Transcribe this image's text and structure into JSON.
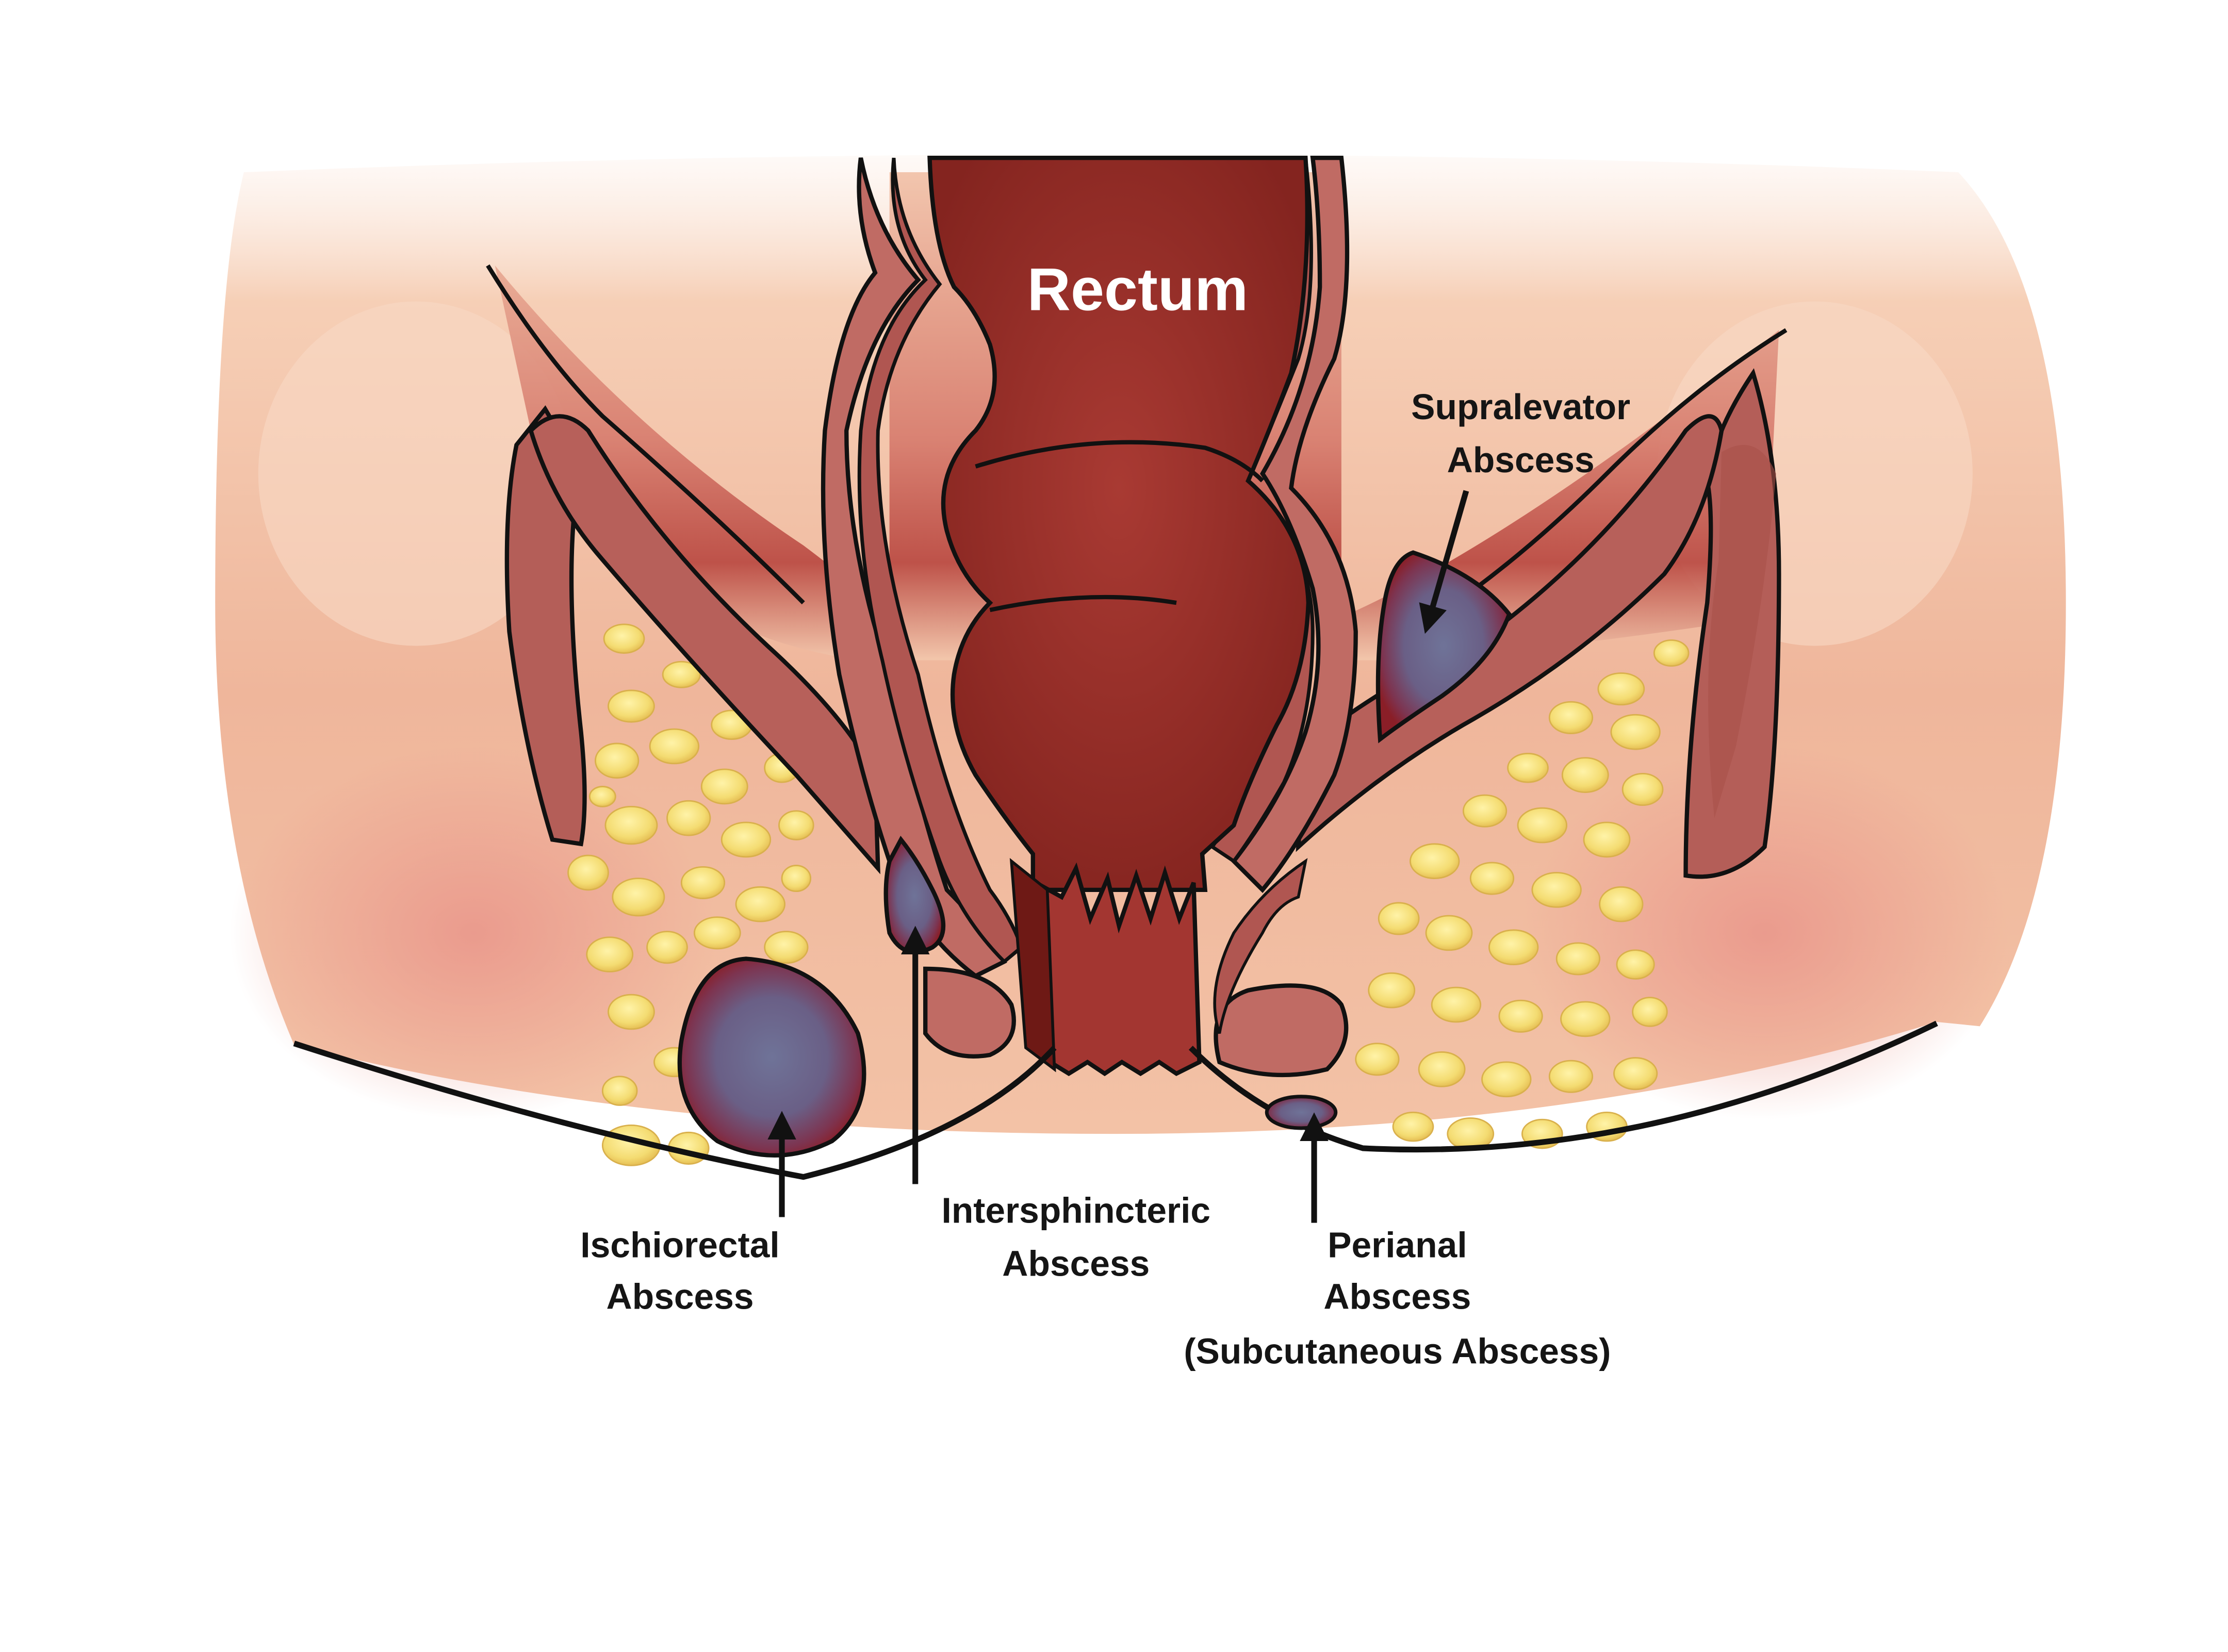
{
  "title": "Rectum",
  "labels": {
    "supralevator": {
      "line1": "Supralevator",
      "line2": "Abscess"
    },
    "ischiorectal": {
      "line1": "Ischiorectal",
      "line2": "Abscess"
    },
    "intersphincteric": {
      "line1": "Intersphincteric",
      "line2": "Abscess"
    },
    "perianal": {
      "line1": "Perianal",
      "line2": "Abscess",
      "line3": "(Subcutaneous Abscess)"
    }
  },
  "colors": {
    "skin": "#f4c9ab",
    "rectum": "#992e28",
    "muscle": "#b8605a",
    "muscle_dark": "#8e3c36",
    "fat": "#f3df78",
    "abscess_core": "#6e6f96",
    "abscess_rim": "#8b1f26",
    "outline": "#111111"
  }
}
